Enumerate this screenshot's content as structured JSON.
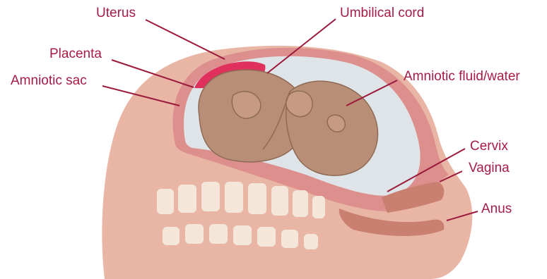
{
  "colors": {
    "label_text": "#a51c46",
    "leader_line": "#9b1a3c",
    "skin": "#e9b5a5",
    "uterus_wall": "#dc8f8d",
    "amniotic_fluid": "#dfe4e8",
    "fetus": "#b98e77",
    "placenta": "#e0315c",
    "spine": "#f4e7da"
  },
  "labels": {
    "uterus": "Uterus",
    "umbilical_cord": "Umbilical cord",
    "placenta": "Placenta",
    "amniotic_sac": "Amniotic sac",
    "amniotic_fluid": "Amniotic fluid/water",
    "cervix": "Cervix",
    "vagina": "Vagina",
    "anus": "Anus"
  }
}
